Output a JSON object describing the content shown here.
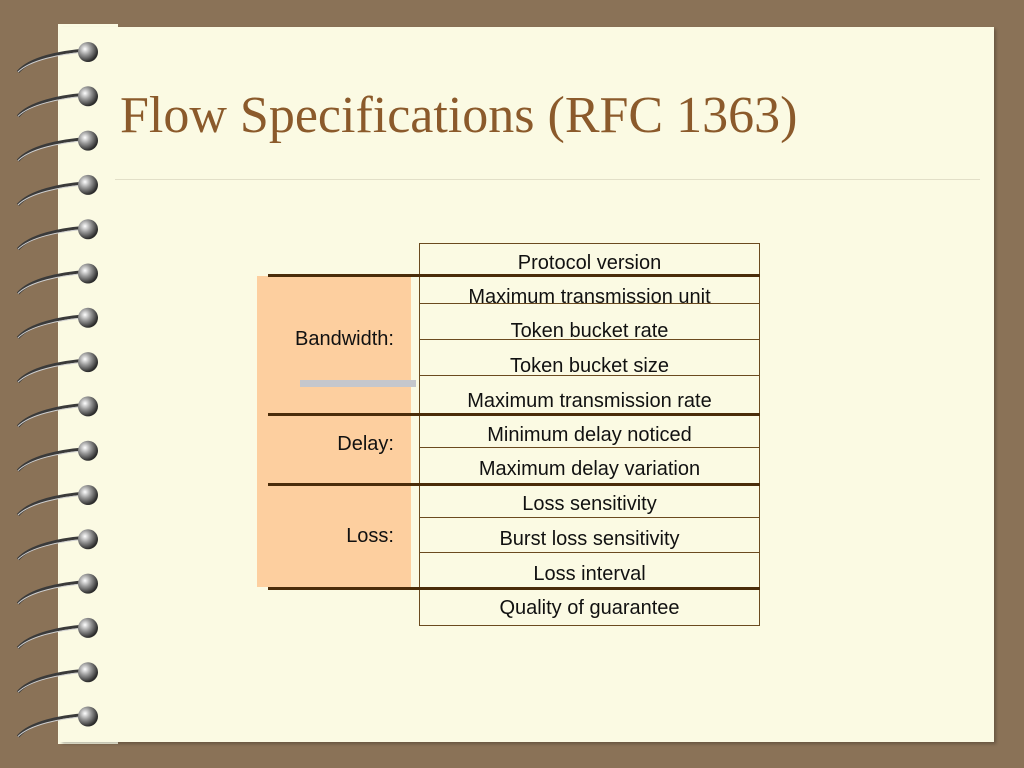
{
  "slide": {
    "title": "Flow Specifications (RFC 1363)"
  },
  "groups": {
    "bandwidth": "Bandwidth:",
    "delay": "Delay:",
    "loss": "Loss:"
  },
  "fields": [
    "Protocol version",
    "Maximum transmission unit",
    "Token bucket rate",
    "Token bucket size",
    "Maximum transmission rate",
    "Minimum delay noticed",
    "Maximum delay variation",
    "Loss sensitivity",
    "Burst loss sensitivity",
    "Loss interval",
    "Quality of guarantee"
  ],
  "colors": {
    "background": "#8a7257",
    "page": "#fbfae3",
    "title": "#8b5a2b",
    "label_highlight": "#fdcf9f",
    "rule": "#4a2c0a"
  }
}
